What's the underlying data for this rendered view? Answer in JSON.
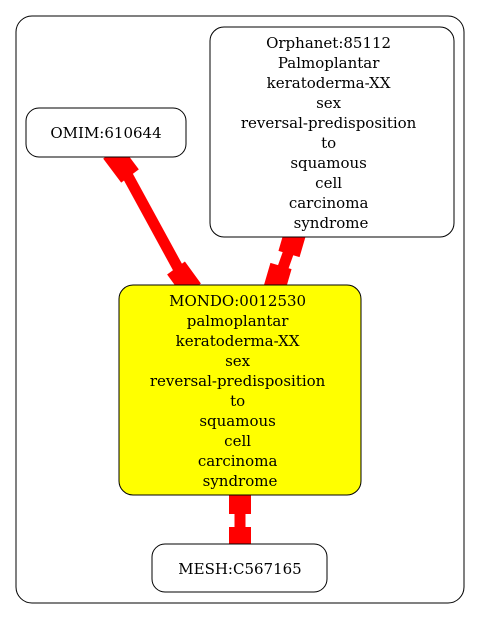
{
  "colors": {
    "edge": "#ff0000",
    "highlight_fill": "#ffff00",
    "node_fill": "#ffffff",
    "stroke": "#000000"
  },
  "nodes": {
    "omim": {
      "lines": [
        "OMIM:610644"
      ]
    },
    "orphanet": {
      "lines": [
        "Orphanet:85112",
        "Palmoplantar",
        "keratoderma-XX",
        "sex",
        "reversal-predisposition",
        "to",
        "squamous",
        "cell",
        "carcinoma",
        "syndrome"
      ]
    },
    "mondo": {
      "lines": [
        "MONDO:0012530",
        "palmoplantar",
        "keratoderma-XX",
        "sex",
        "reversal-predisposition",
        "to",
        "squamous",
        "cell",
        "carcinoma",
        "syndrome"
      ]
    },
    "mesh": {
      "lines": [
        "MESH:C567165"
      ]
    }
  }
}
